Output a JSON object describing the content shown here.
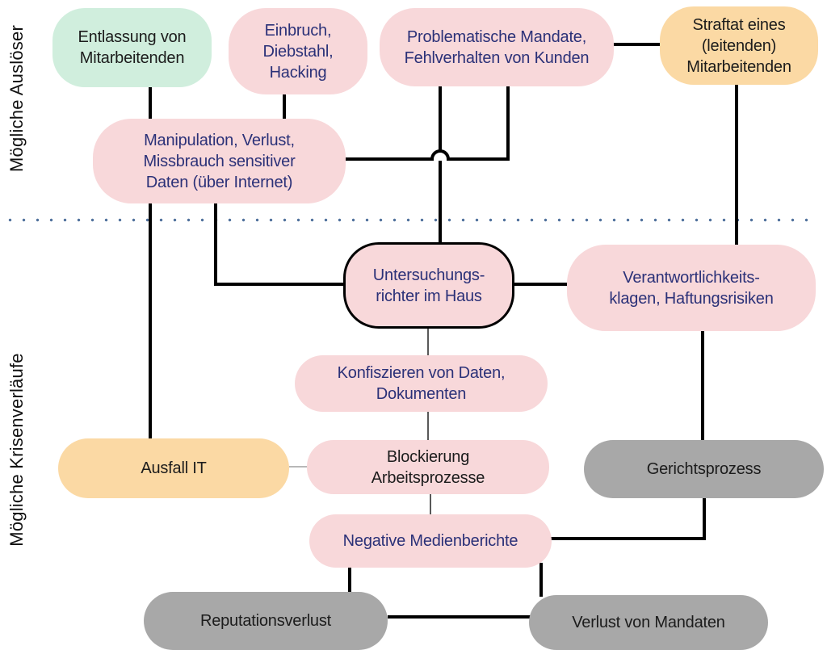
{
  "diagram": {
    "section_labels": {
      "top": "Mögliche Auslöser",
      "bottom": "Mögliche Krisenverläufe"
    },
    "nodes": [
      {
        "id": "entlassung",
        "label": "Entlassung von\nMitarbeitenden",
        "fill": "mint",
        "text_color": "black",
        "emphasized": false
      },
      {
        "id": "einbruch",
        "label": "Einbruch,\nDiebstahl,\nHacking",
        "fill": "pink",
        "text_color": "navy",
        "emphasized": false
      },
      {
        "id": "problematische",
        "label": "Problematische Mandate,\nFehlverhalten von Kunden",
        "fill": "pink",
        "text_color": "navy",
        "emphasized": false
      },
      {
        "id": "straftat",
        "label": "Straftat eines\n(leitenden)\nMitarbeitenden",
        "fill": "orange",
        "text_color": "black",
        "emphasized": false
      },
      {
        "id": "manipulation",
        "label": "Manipulation, Verlust,\nMissbrauch sensitiver\nDaten (über Internet)",
        "fill": "pink",
        "text_color": "navy",
        "emphasized": false
      },
      {
        "id": "untersuchungsrichter",
        "label": "Untersuchungs-\nrichter im Haus",
        "fill": "pink",
        "text_color": "navy",
        "emphasized": true
      },
      {
        "id": "verantwortlichkeit",
        "label": "Verantwortlichkeits-\nklagen, Haftungsrisiken",
        "fill": "pink",
        "text_color": "navy",
        "emphasized": false
      },
      {
        "id": "konfiszieren",
        "label": "Konfiszieren von Daten,\nDokumenten",
        "fill": "pink",
        "text_color": "navy",
        "emphasized": false
      },
      {
        "id": "ausfall-it",
        "label": "Ausfall IT",
        "fill": "orange",
        "text_color": "black",
        "emphasized": false
      },
      {
        "id": "blockierung",
        "label": "Blockierung\nArbeitsprozesse",
        "fill": "pink",
        "text_color": "black",
        "emphasized": false
      },
      {
        "id": "gerichtsprozess",
        "label": "Gerichtsprozess",
        "fill": "gray",
        "text_color": "black",
        "emphasized": false
      },
      {
        "id": "negative-medien",
        "label": "Negative Medienberichte",
        "fill": "pink",
        "text_color": "navy",
        "emphasized": false
      },
      {
        "id": "reputationsverlust",
        "label": "Reputationsverlust",
        "fill": "gray",
        "text_color": "black",
        "emphasized": false
      },
      {
        "id": "verlust-mandaten",
        "label": "Verlust von Mandaten",
        "fill": "gray",
        "text_color": "black",
        "emphasized": false
      }
    ],
    "edges": [
      {
        "from": "entlassung",
        "to": "manipulation",
        "style": "thick"
      },
      {
        "from": "einbruch",
        "to": "manipulation",
        "style": "thick"
      },
      {
        "from": "problematische",
        "to": "untersuchungsrichter",
        "style": "thick",
        "note": "crosses other line with hop"
      },
      {
        "from": "manipulation",
        "to": "problematische",
        "style": "thick"
      },
      {
        "from": "problematische",
        "to": "straftat",
        "style": "thick"
      },
      {
        "from": "straftat",
        "to": "verantwortlichkeit",
        "style": "thick"
      },
      {
        "from": "manipulation",
        "to": "untersuchungsrichter",
        "style": "thick"
      },
      {
        "from": "manipulation",
        "to": "ausfall-it",
        "style": "thick"
      },
      {
        "from": "untersuchungsrichter",
        "to": "verantwortlichkeit",
        "style": "thick"
      },
      {
        "from": "verantwortlichkeit",
        "to": "gerichtsprozess",
        "style": "thick"
      },
      {
        "from": "gerichtsprozess",
        "to": "negative-medien",
        "style": "thick"
      },
      {
        "from": "negative-medien",
        "to": "reputationsverlust",
        "style": "thick"
      },
      {
        "from": "negative-medien",
        "to": "verlust-mandaten",
        "style": "thick"
      },
      {
        "from": "reputationsverlust",
        "to": "verlust-mandaten",
        "style": "thick"
      },
      {
        "from": "untersuchungsrichter",
        "to": "konfiszieren",
        "style": "thin"
      },
      {
        "from": "konfiszieren",
        "to": "blockierung",
        "style": "thin"
      },
      {
        "from": "blockierung",
        "to": "negative-medien",
        "style": "thin"
      },
      {
        "from": "ausfall-it",
        "to": "blockierung",
        "style": "thin-light"
      }
    ],
    "colors": {
      "pink": "#f8d8da",
      "mint": "#d0eedd",
      "orange": "#fbd9a4",
      "gray": "#a8a8a8",
      "navy_text": "#2b3178",
      "black_text": "#1c1c1c",
      "divider_dot": "#50719c",
      "line": "#000000"
    }
  }
}
